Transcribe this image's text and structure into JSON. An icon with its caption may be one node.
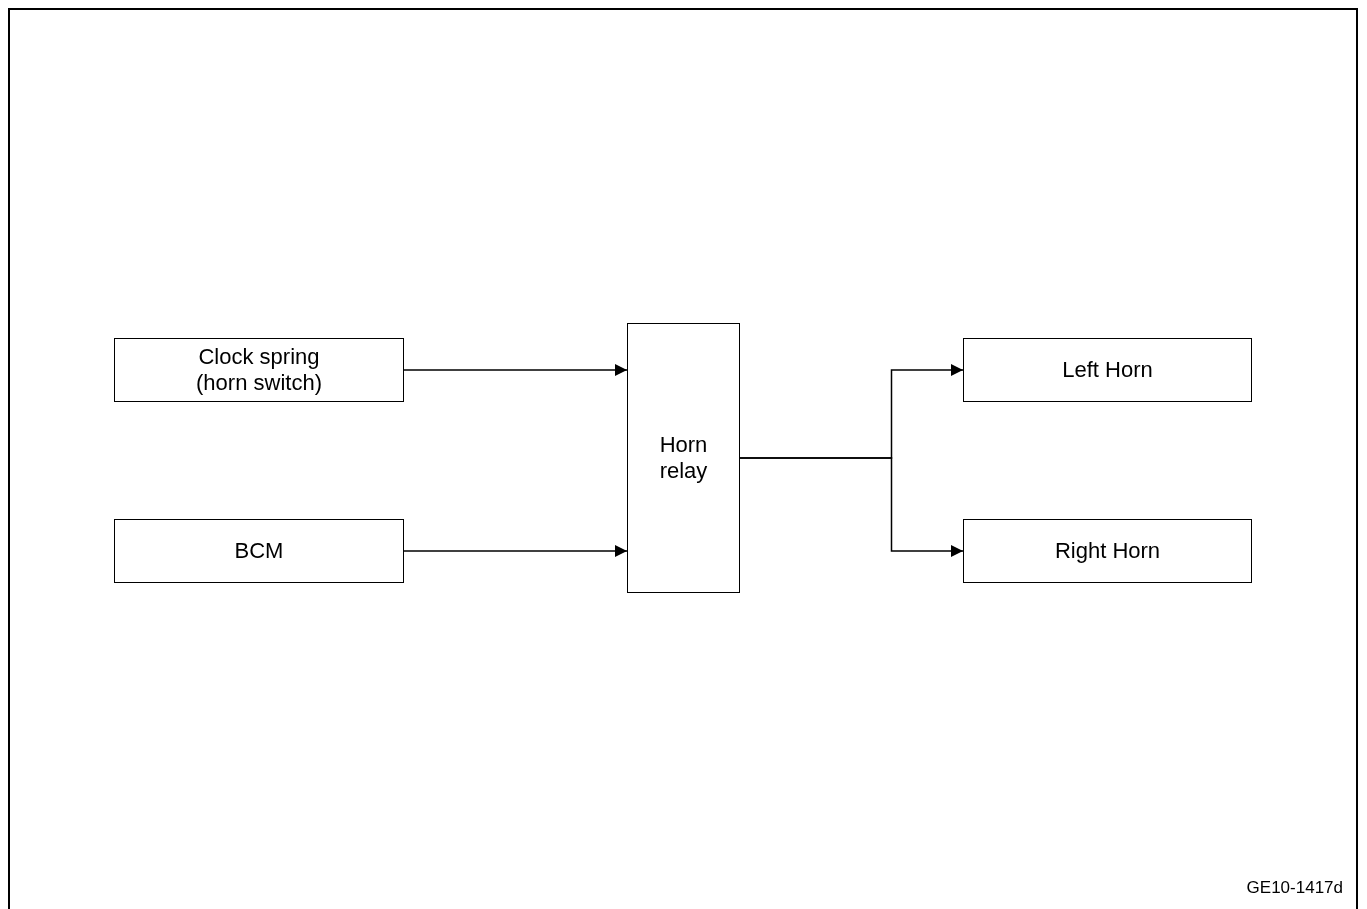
{
  "diagram": {
    "nodes": [
      {
        "text": [
          "Clock spring (horn switch)"
        ]
      },
      {
        "text": [
          "BCM"
        ]
      },
      {
        "text": [
          "Horn relay"
        ]
      },
      {
        "text": [
          "Left Horn"
        ]
      },
      {
        "text": [
          "Right Horn"
        ]
      }
    ],
    "edges": [
      {
        "from": 0,
        "to": 2,
        "arrow": "to"
      },
      {
        "from": 1,
        "to": 2,
        "arrow": "to"
      },
      {
        "from": 2,
        "to": 3,
        "arrow": "to"
      },
      {
        "from": 2,
        "to": 4,
        "arrow": "to"
      }
    ],
    "labels": [
      "GE10-1417d"
    ]
  }
}
